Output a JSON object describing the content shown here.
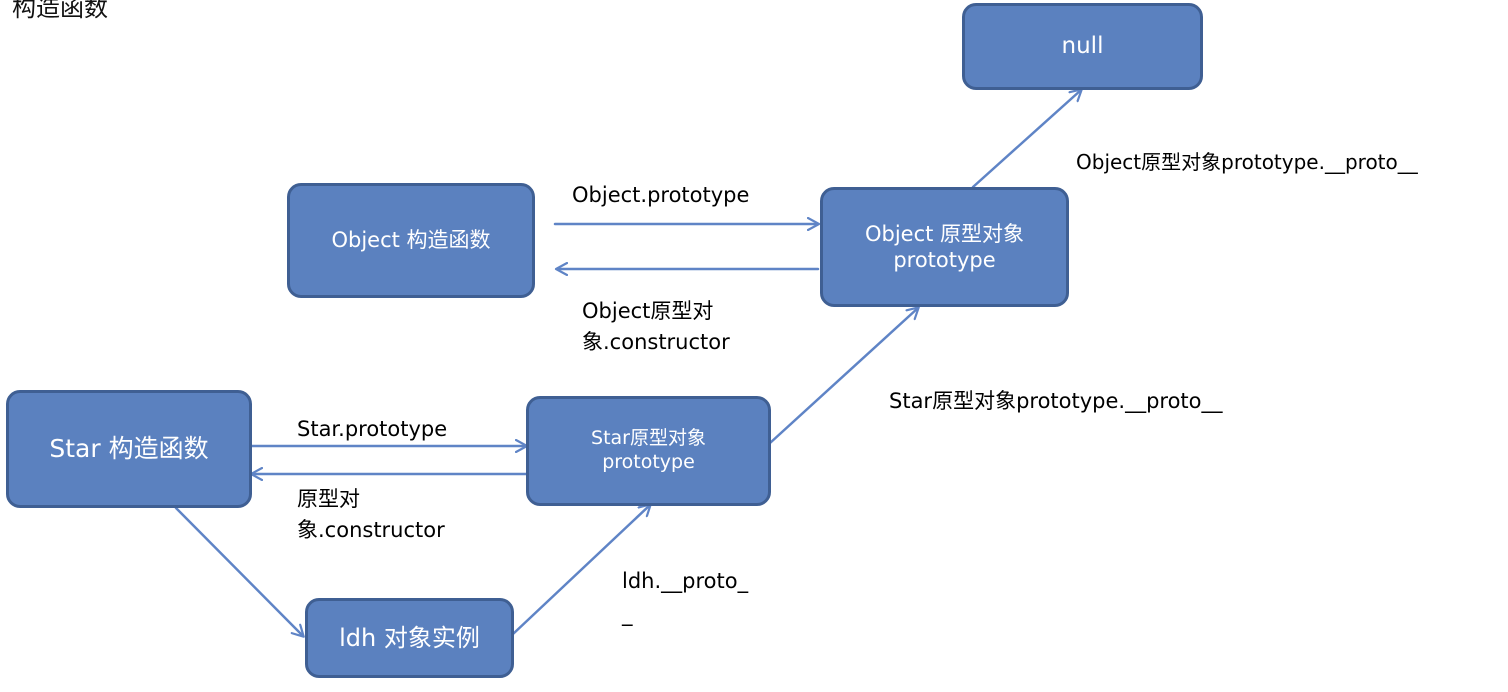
{
  "page": {
    "title": "构造函数"
  },
  "boxes": {
    "null": {
      "text": "null"
    },
    "object_constructor": {
      "text": "Object 构造函数"
    },
    "object_prototype": {
      "line1": "Object 原型对象",
      "line2": "prototype"
    },
    "star_constructor": {
      "text": "Star 构造函数"
    },
    "star_prototype": {
      "line1": "Star原型对象",
      "line2": "prototype"
    },
    "ldh_instance": {
      "text": "ldh 对象实例"
    }
  },
  "labels": {
    "object_proto_chain": "Object原型对象prototype.__proto__",
    "object_prototype_link": "Object.prototype",
    "object_constructor_link_line1": "Object原型对",
    "object_constructor_link_line2": "象.constructor",
    "star_proto_chain": "Star原型对象prototype.__proto__",
    "star_prototype_link": "Star.prototype",
    "star_constructor_link_line1": "原型对",
    "star_constructor_link_line2": "象.constructor",
    "ldh_proto_line1": "ldh.__proto_",
    "ldh_proto_line2": "_"
  },
  "colors": {
    "box_fill": "#5b81bf",
    "box_border": "#3f5f93",
    "arrow": "#5f84c6",
    "text": "#000000",
    "box_text": "#ffffff"
  }
}
